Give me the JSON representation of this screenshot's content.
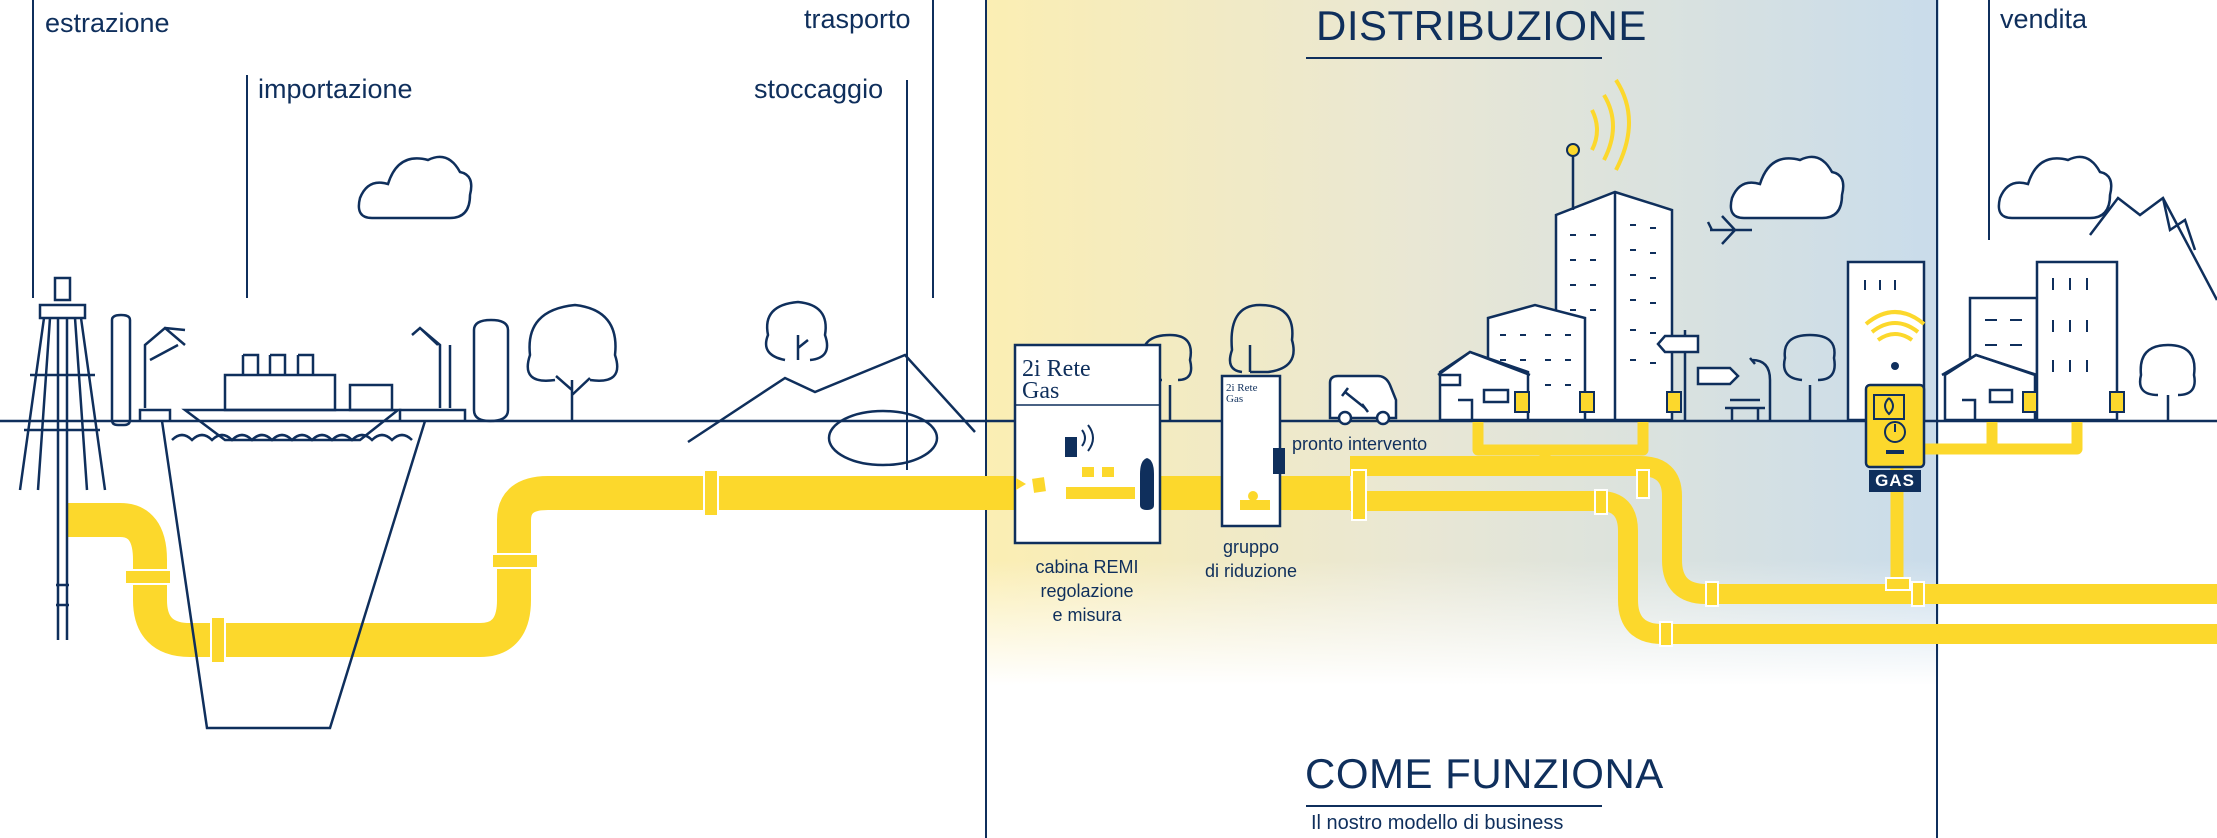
{
  "stages": {
    "estrazione": "estrazione",
    "importazione": "importazione",
    "stoccaggio": "stoccaggio",
    "trasporto": "trasporto",
    "distribuzione": "DISTRIBUZIONE",
    "vendita": "vendita"
  },
  "components": {
    "cabina_remi": "cabina REMI\nregolazione\ne misura",
    "gruppo_riduzione": "gruppo\ndi riduzione",
    "pronto_intervento": "pronto intervento"
  },
  "brand": {
    "line1": "2i Rete",
    "line2": "Gas"
  },
  "meter_label": "GAS",
  "footer": {
    "title": "COME FUNZIONA",
    "subtitle": "Il nostro modello di business"
  },
  "colors": {
    "navy": "#0f2f5c",
    "pipe_yellow": "#fcd82c",
    "distribution_gradient_start": "#fbeeb3",
    "distribution_gradient_end": "#c9dceb"
  }
}
